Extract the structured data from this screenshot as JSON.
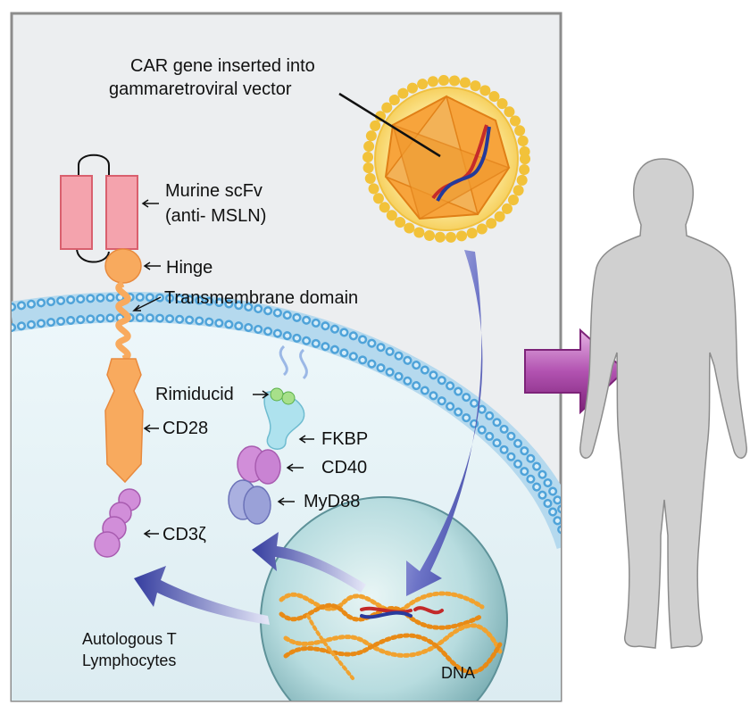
{
  "labels": {
    "vector_line1": "CAR gene inserted into",
    "vector_line2": "gammaretroviral vector",
    "scfv_line1": "Murine scFv",
    "scfv_line2": "(anti- MSLN)",
    "hinge": "Hinge",
    "transmembrane": "Transmembrane domain",
    "rimiducid": "Rimiducid",
    "cd28": "CD28",
    "fkbp": "FKBP",
    "cd40": "CD40",
    "myd88": "MyD88",
    "cd3z": "CD3ζ",
    "autologous_line1": "Autologous T",
    "autologous_line2": "Lymphocytes",
    "dna": "DNA"
  },
  "colors": {
    "panel_background": "#eceff0",
    "membrane": "#4fa3d9",
    "hinge_orange": "#f7a85a",
    "scfv_pink": "#f29aa6",
    "purple_domain": "#c98ad3",
    "arrow_blue": "#3d45a8",
    "arrow_magenta": "#a23aa0",
    "human_gray": "#cfcfcf",
    "virus_orange": "#f5a33a",
    "nucleus": "#b9dde0"
  }
}
